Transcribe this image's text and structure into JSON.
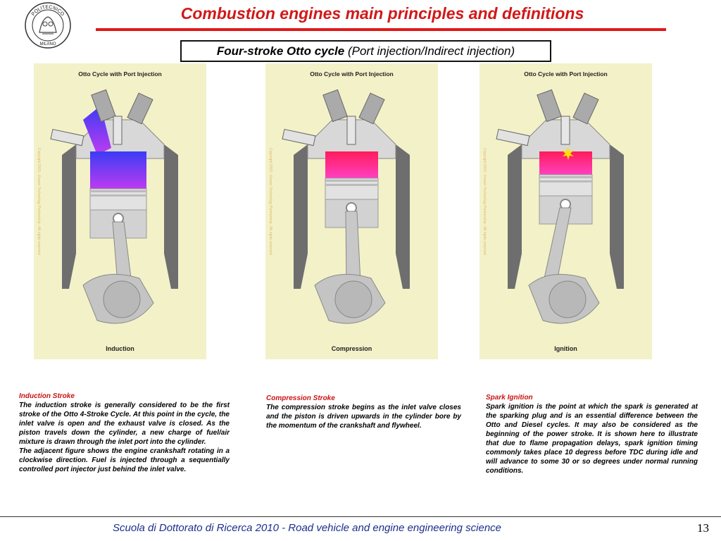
{
  "header": {
    "title": "Combustion engines main principles and definitions",
    "logo_text": "POLITECNICO",
    "logo_city": "MILANO"
  },
  "subtitle": {
    "bold": "Four-stroke Otto cycle",
    "normal": "(Port injection/Indirect injection)"
  },
  "panels": [
    {
      "header": "Otto Cycle with Port Injection",
      "footer": "Induction",
      "watermark": "Copyright 2003 - Kvaser Technology Partnership - All rights reserved",
      "charge_top": "#3a3cf5",
      "charge_bottom": "#c13bf0"
    },
    {
      "header": "Otto Cycle with Port Injection",
      "footer": "Compression",
      "watermark": "Copyright 2003 - Kvaser Technology Partnership - All rights reserved",
      "charge_top": "#ff1c5a",
      "charge_bottom": "#ff42c8"
    },
    {
      "header": "Otto Cycle with Port Injection",
      "footer": "Ignition",
      "watermark": "Copyright 2003 - Kvaser Technology Partnership - All rights reserved",
      "charge_top": "#ff1c5a",
      "charge_bottom": "#ff42c8"
    }
  ],
  "descriptions": [
    {
      "heading": "Induction Stroke",
      "body": "The induction stroke is generally considered to be the first stroke of the Otto 4-Stroke Cycle. At this point in the cycle, the inlet valve is open and the exhaust valve is closed. As the piston travels down the cylinder, a new charge of fuel/air mixture is drawn through the inlet port into the cylinder.",
      "body2": "The adjacent figure shows the engine crankshaft rotating in a clockwise direction. Fuel is injected through a sequentially controlled port injector just behind the inlet valve."
    },
    {
      "heading": "Compression Stroke",
      "body": "The compression stroke begins as the inlet valve closes and the piston is driven upwards in the cylinder bore by the momentum of the crankshaft and flywheel."
    },
    {
      "heading": "Spark Ignition",
      "body": "Spark ignition is the point at which the spark is generated at the sparking plug and is an essential difference between the Otto and Diesel cycles. It may also be considered as the beginning of the power stroke. It is shown here to illustrate that due to flame propagation delays, spark ignition timing commonly takes place 10 degress before TDC during idle and will advance to some 30 or so degrees under normal running conditions."
    }
  ],
  "footer": {
    "text": "Scuola di Dottorato di Ricerca 2010 -  Road vehicle and engine  engineering science",
    "page": "13"
  }
}
